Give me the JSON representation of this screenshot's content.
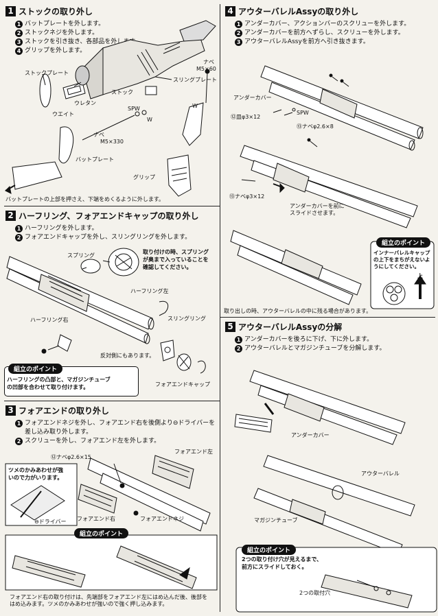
{
  "s1": {
    "num": "1",
    "title": "ストックの取り外し",
    "steps": [
      "バットプレートを外します。",
      "ストックネジを外します。",
      "ストックを引き抜き、各部品を外します。",
      "グリップを外します。"
    ],
    "step_nums": [
      "1",
      "2",
      "3",
      "4"
    ],
    "labels": {
      "stock_plate": "ストックプレート",
      "urethane": "ウレタン",
      "weight": "ウエイト",
      "sling_plate": "スリングプレート",
      "stock": "ストック",
      "nabe1": "ナベ",
      "nabe1_size": "M5×60",
      "w1": "W",
      "spw": "SPW",
      "w2": "W",
      "nabe2": "ナベ",
      "nabe2_size": "M5×330",
      "butt_plate": "バットプレート",
      "grip": "グリップ"
    },
    "note": "バットプレートの上部を押さえ、下端をめくるように外します。"
  },
  "s2": {
    "num": "2",
    "title": "ハーフリング、フォアエンドキャップの取り外し",
    "steps": [
      "ハーフリングを外します。",
      "フォアエンドキャップを外し、スリングリングを外します。"
    ],
    "step_nums": [
      "1",
      "2"
    ],
    "labels": {
      "spring": "スプリング",
      "half_ring_left": "ハーフリング左",
      "half_ring_right": "ハーフリング右",
      "sling_ring": "スリングリング",
      "opposite": "反対側にもあります。",
      "fore_end_cap": "フォアエンドキャップ"
    },
    "caution": [
      "取り付けの時、スプリング",
      "が奥まで入っていることを",
      "確認してください。"
    ],
    "point": {
      "title": "組立のポイント",
      "lines": [
        "ハーフリングの凸部と、マガジンチューブ",
        "の凹部を合わせて取り付けます。"
      ]
    }
  },
  "s3": {
    "num": "3",
    "title": "フォアエンドの取り外し",
    "steps": [
      "フォアエンドネジを外し、フォアエンド右を後側より⊖ドライバーを",
      "差し込み取り外します。",
      "スクリューを外し、フォアエンド左を外します。"
    ],
    "step_nums": [
      "1",
      "",
      "2"
    ],
    "labels": {
      "nabe": "⑫ナベφ2.6×15",
      "fore_end_left": "フォアエンド左",
      "fore_end_right": "フォアエンド右",
      "driver": "⊖ドライバー",
      "fore_end_screw": "フォアエンドネジ"
    },
    "callout": [
      "ツメのかみあわせが強",
      "いので力がいります。"
    ],
    "point_title": "組立のポイント",
    "note": [
      "フォアエンド右の取り付けは、先端部をフォアエンド左にはめ込んだ後、後部を",
      "はめ込みます。ツメのかみあわせが強いので強く押し込みます。"
    ]
  },
  "s4": {
    "num": "4",
    "title": "アウターバレルAssyの取り外し",
    "steps": [
      "アンダーカバー、アクションバーのスクリューを外します。",
      "アンダーカバーを前方へずらし、スクリューを外します。",
      "アウターバレルAssyを前方へ引き抜きます。"
    ],
    "step_nums": [
      "1",
      "2",
      "3"
    ],
    "labels": {
      "under_cover": "アンダーカバー",
      "sara": "⑫皿φ3×12",
      "spw": "SPW",
      "nabe1": "⑬ナベφ2.6×8",
      "nabe2": "⑬ナベφ3×12",
      "slide": [
        "アンダーカバーを前に",
        "スライドさせます。"
      ]
    },
    "point": {
      "title": "組立のポイント",
      "lines": [
        "インナーバレルキャップ",
        "の上下をまちがえないよ",
        "うにしてください。"
      ],
      "up": "上"
    },
    "note": "取り出しの時、アウターバレルの中に残る場合があります。"
  },
  "s5": {
    "num": "5",
    "title": "アウターバレルAssyの分解",
    "steps": [
      "アンダーカバーを後ろに下げ、下に外します。",
      "アウターバレルとマガジンチューブを分解します。"
    ],
    "step_nums": [
      "1",
      "2"
    ],
    "labels": {
      "under_cover": "アンダーカバー",
      "outer_barrel": "アウターバレル",
      "magazine_tube": "マガジンチューブ",
      "two_holes": "2つの取付穴"
    },
    "point": {
      "title": "組立のポイント",
      "lines": [
        "2つの取り付け穴が見えるまで、",
        "前方にスライドしておく。"
      ]
    }
  },
  "colors": {
    "ink": "#111111",
    "paper": "#f4f2ec"
  }
}
